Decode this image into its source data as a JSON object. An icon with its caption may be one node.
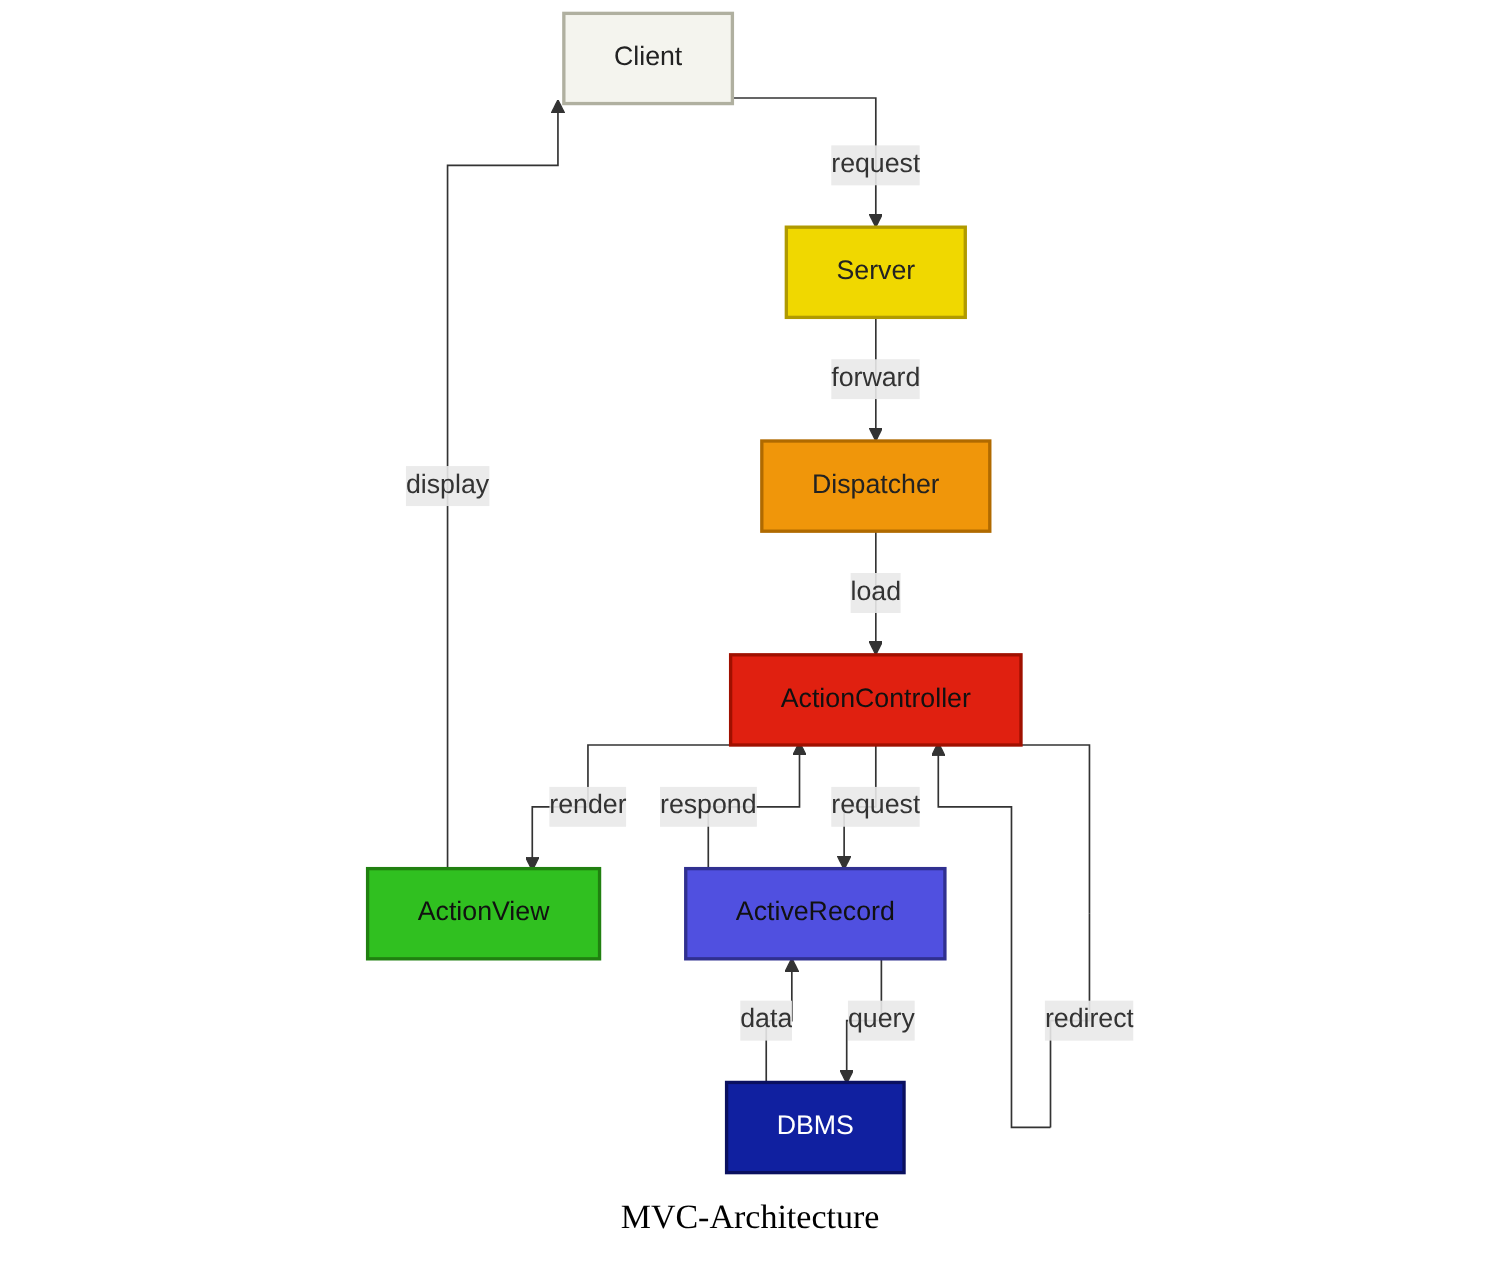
{
  "diagram": {
    "caption": "MVC-Architecture",
    "nodes": [
      {
        "text": [
          "Client"
        ]
      },
      {
        "text": [
          "Server"
        ]
      },
      {
        "text": [
          "Dispatcher"
        ]
      },
      {
        "text": [
          "ActionController"
        ]
      },
      {
        "text": [
          "ActionView"
        ]
      },
      {
        "text": [
          "ActiveRecord"
        ]
      },
      {
        "text": [
          "DBMS"
        ]
      }
    ],
    "edges": [
      {
        "from": 0,
        "to": 1,
        "arrow": "to",
        "label": "request"
      },
      {
        "from": 1,
        "to": 2,
        "arrow": "to",
        "label": "forward"
      },
      {
        "from": 2,
        "to": 3,
        "arrow": "to",
        "label": "load"
      },
      {
        "from": 3,
        "to": 3,
        "arrow": "to",
        "label": "redirect"
      },
      {
        "from": 3,
        "to": 4,
        "arrow": "to",
        "label": "render"
      },
      {
        "from": 3,
        "to": 5,
        "arrow": "to",
        "label": "request"
      },
      {
        "from": 5,
        "to": 3,
        "arrow": "to",
        "label": "respond"
      },
      {
        "from": 4,
        "to": 0,
        "arrow": "to",
        "label": "display"
      },
      {
        "from": 6,
        "to": 5,
        "arrow": "to",
        "label": "data"
      },
      {
        "from": 5,
        "to": 6,
        "arrow": "to",
        "label": "query"
      }
    ]
  }
}
